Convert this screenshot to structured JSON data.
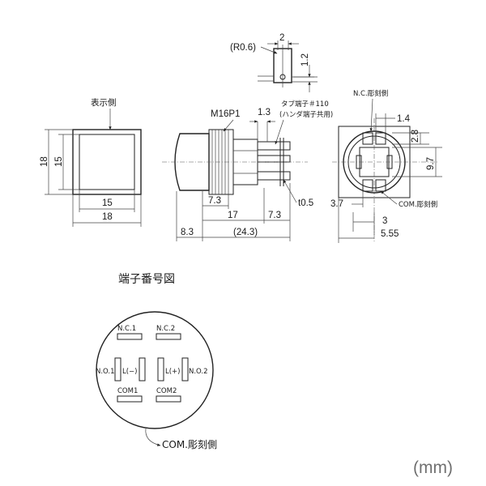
{
  "top_detail": {
    "radius": "(R0.6)",
    "width": "2",
    "height": "1.2"
  },
  "front_view": {
    "side_label": "表示側",
    "height_outer": "18",
    "height_inner": "15",
    "width_inner": "15",
    "width_outer": "18"
  },
  "side_view": {
    "thread": "M16P1",
    "tab_dim": "1.3",
    "tab_label_1": "タブ端子＃110",
    "tab_label_2": "(ハンダ端子共用)",
    "thickness": "t0.5",
    "dim_7_3a": "7.3",
    "dim_17": "17",
    "dim_7_3b": "7.3",
    "dim_8_3": "8.3",
    "dim_24_3": "(24.3)"
  },
  "rear_view": {
    "nc_label": "N.C.彫刻側",
    "dim_1_4": "1.4",
    "dim_2_8": "2.8",
    "dim_9_7": "9.7",
    "dim_3_7": "3.7",
    "com_label": "COM.彫刻側",
    "dim_3": "3",
    "dim_5_55": "5.55"
  },
  "terminal_diagram": {
    "title": "端子番号図",
    "nc1": "N.C.1",
    "nc2": "N.C.2",
    "no1": "N.O.1",
    "lminus": "L(−)",
    "lplus": "L(+)",
    "no2": "N.O.2",
    "com1": "COM1",
    "com2": "COM2",
    "com_side": "COM.彫刻側"
  },
  "unit": "(mm)"
}
